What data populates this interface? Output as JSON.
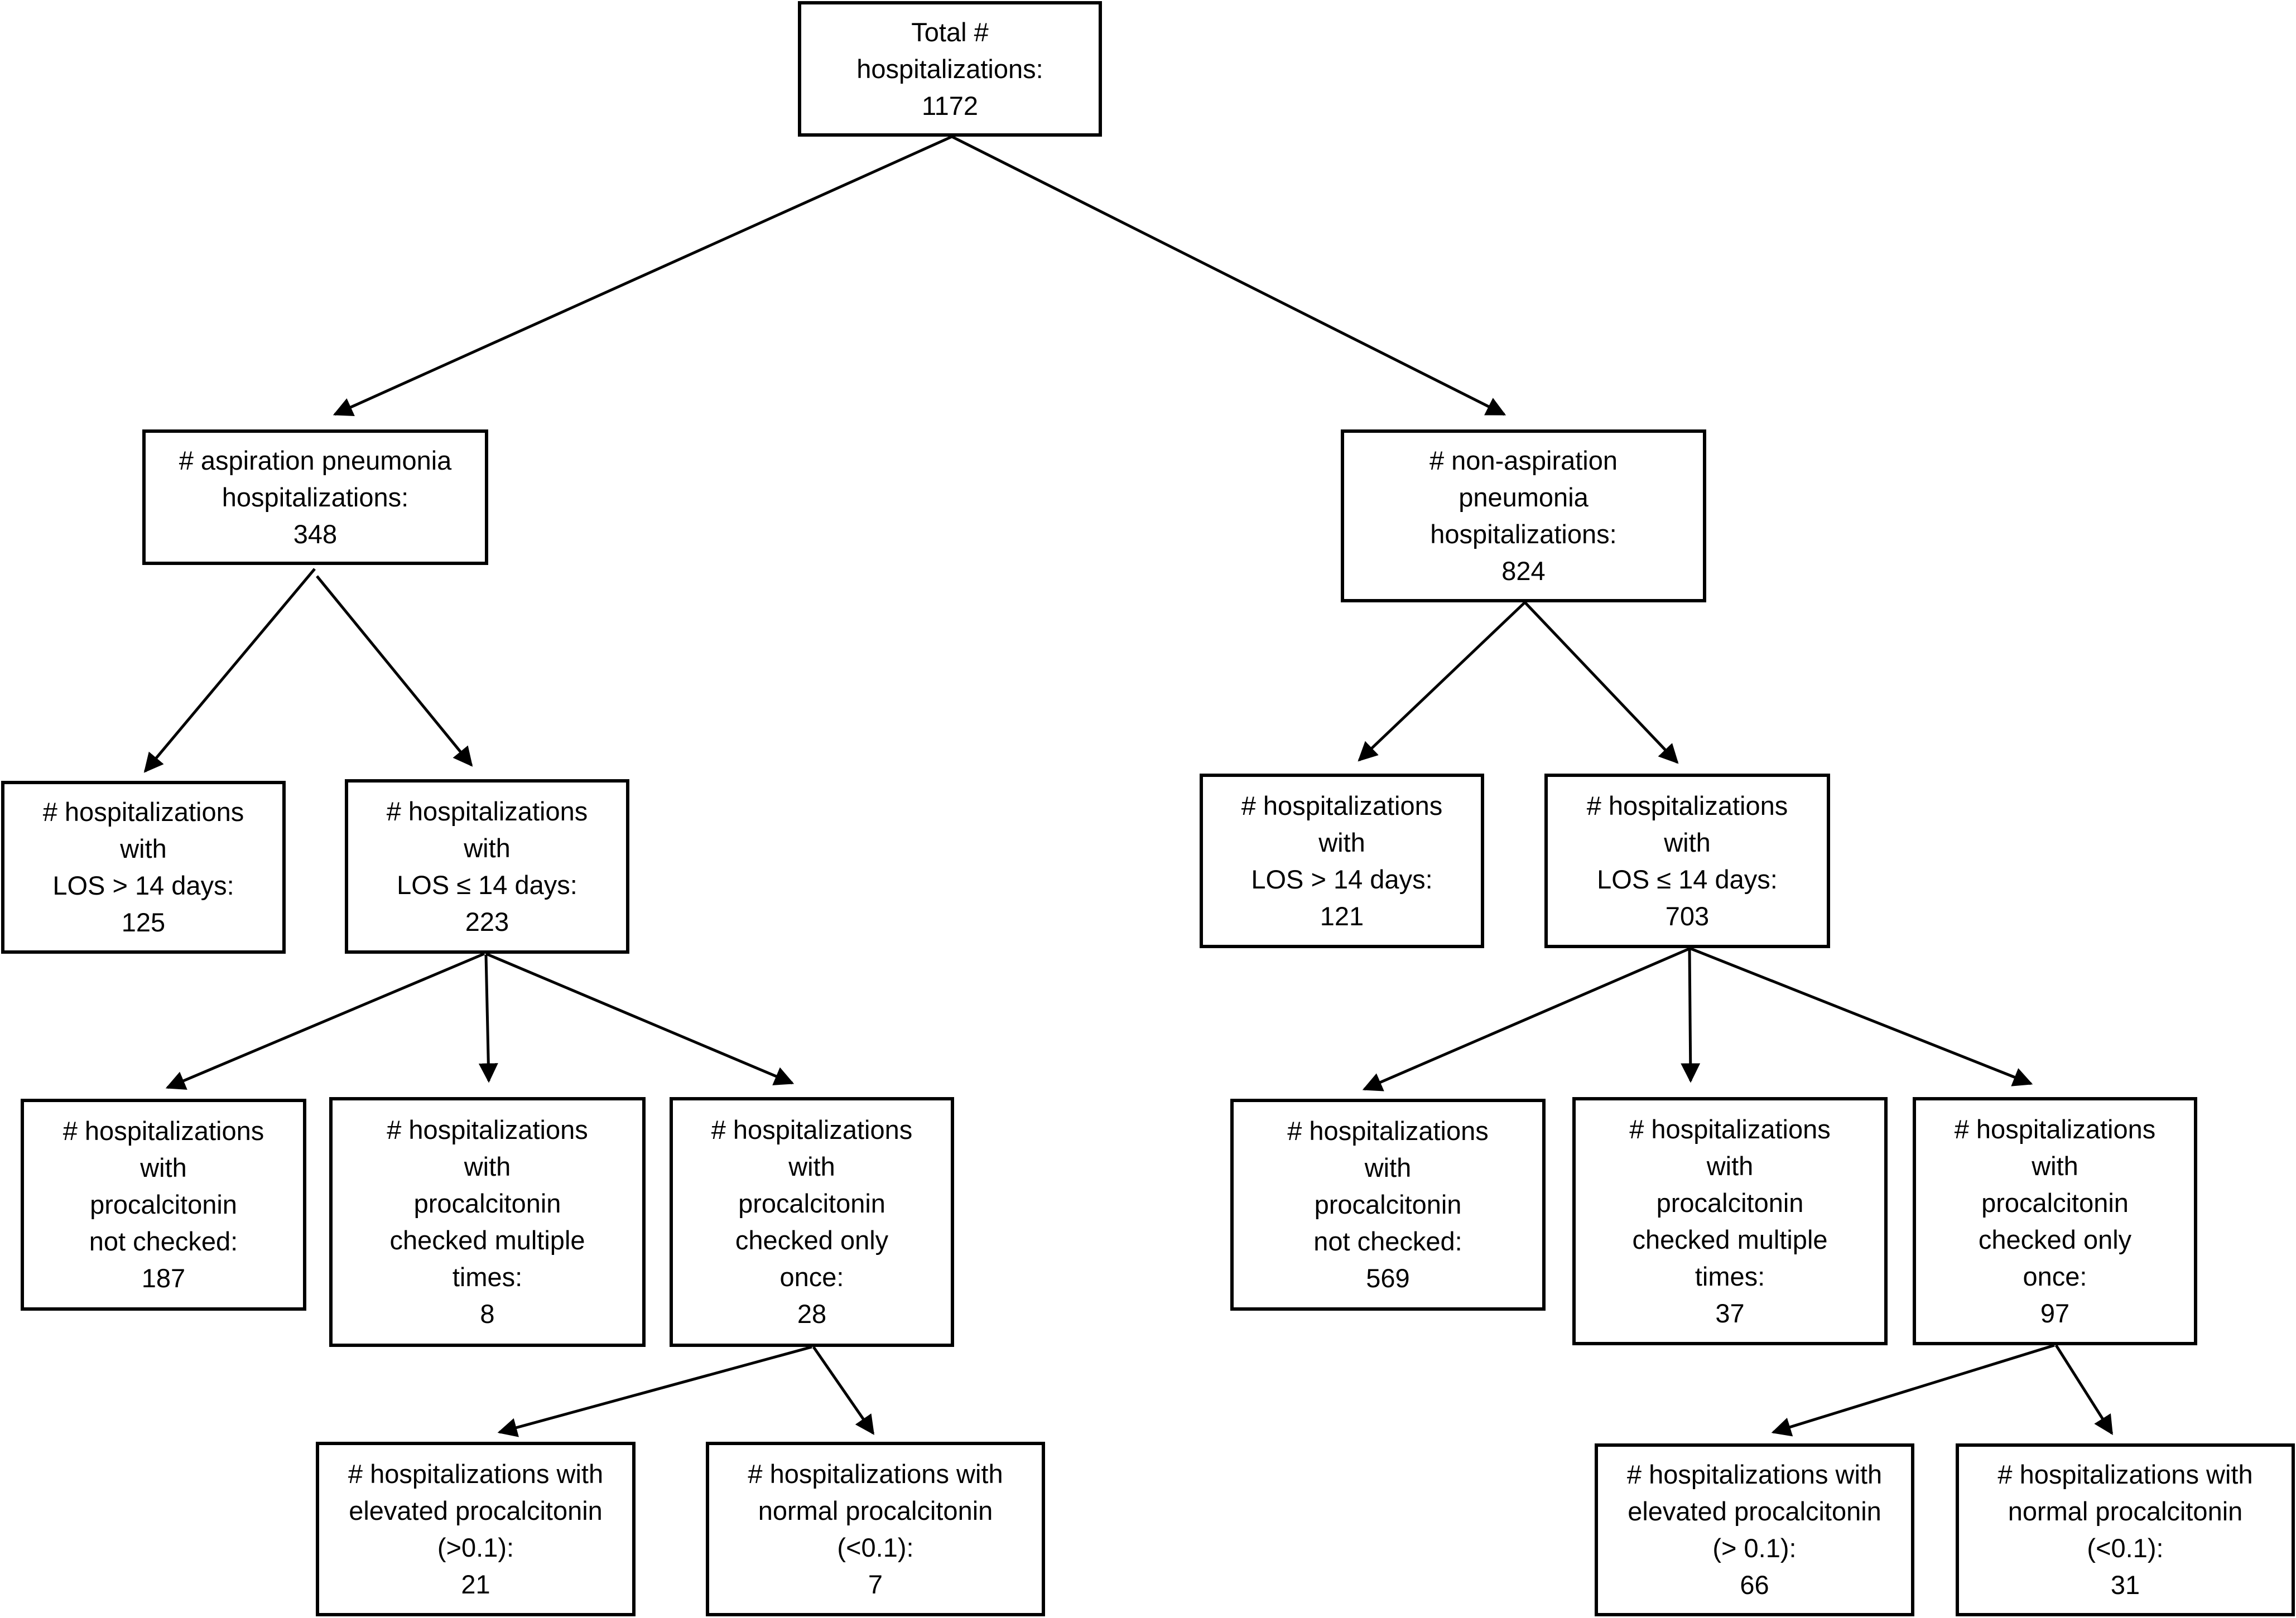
{
  "nodes": {
    "total": {
      "lines": [
        "Total #",
        "hospitalizations:",
        "1172"
      ]
    },
    "asp": {
      "lines": [
        "# aspiration pneumonia",
        "hospitalizations:",
        "348"
      ]
    },
    "nonasp": {
      "lines": [
        "# non-aspiration",
        "pneumonia",
        "hospitalizations:",
        "824"
      ]
    },
    "asp_los_gt": {
      "lines": [
        "# hospitalizations",
        "with",
        "LOS > 14 days:",
        "125"
      ]
    },
    "asp_los_le": {
      "lines": [
        "# hospitalizations",
        "with",
        "LOS ≤ 14 days:",
        "223"
      ]
    },
    "non_los_gt": {
      "lines": [
        "# hospitalizations",
        "with",
        "LOS > 14 days:",
        "121"
      ]
    },
    "non_los_le": {
      "lines": [
        "# hospitalizations",
        "with",
        "LOS ≤ 14 days:",
        "703"
      ]
    },
    "asp_pct_not": {
      "lines": [
        "# hospitalizations",
        "with",
        "procalcitonin",
        "not checked:",
        "187"
      ]
    },
    "asp_pct_multi": {
      "lines": [
        "# hospitalizations",
        "with",
        "procalcitonin",
        "checked multiple",
        "times:",
        "8"
      ]
    },
    "asp_pct_once": {
      "lines": [
        "# hospitalizations",
        "with",
        "procalcitonin",
        "checked only",
        "once:",
        "28"
      ]
    },
    "non_pct_not": {
      "lines": [
        "# hospitalizations",
        "with",
        "procalcitonin",
        "not checked:",
        "569"
      ]
    },
    "non_pct_multi": {
      "lines": [
        "# hospitalizations",
        "with",
        "procalcitonin",
        "checked multiple",
        "times:",
        "37"
      ]
    },
    "non_pct_once": {
      "lines": [
        "# hospitalizations",
        "with",
        "procalcitonin",
        "checked only",
        "once:",
        "97"
      ]
    },
    "asp_elev": {
      "lines": [
        "# hospitalizations with",
        "elevated procalcitonin",
        "(>0.1):",
        "21"
      ]
    },
    "asp_norm": {
      "lines": [
        "# hospitalizations with",
        "normal procalcitonin",
        "(<0.1):",
        "7"
      ]
    },
    "non_elev": {
      "lines": [
        "# hospitalizations with",
        "elevated procalcitonin",
        "(> 0.1):",
        "66"
      ]
    },
    "non_norm": {
      "lines": [
        "# hospitalizations with",
        "normal procalcitonin",
        "(<0.1):",
        "31"
      ]
    }
  }
}
